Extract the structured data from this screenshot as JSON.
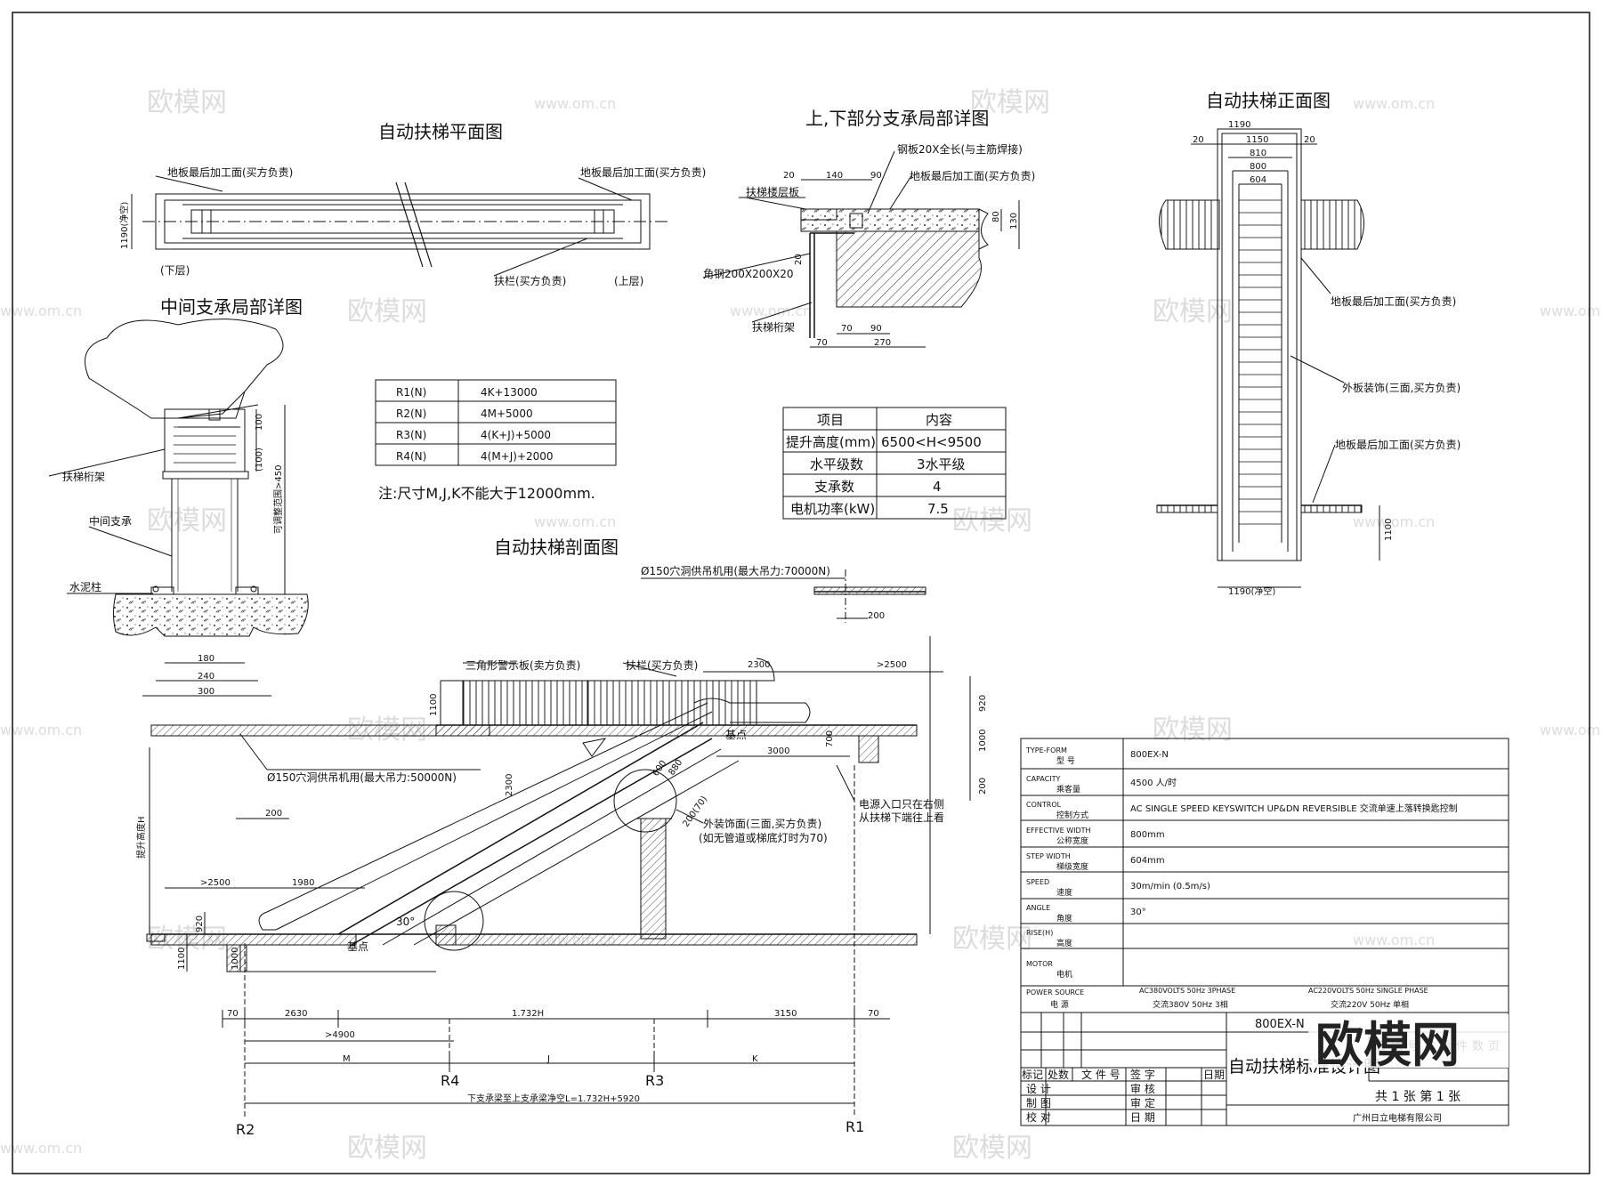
{
  "titles": {
    "plan": "自动扶梯平面图",
    "support_detail": "上,下部分支承局部详图",
    "front": "自动扶梯正面图",
    "middle_support": "中间支承局部详图",
    "section": "自动扶梯剖面图"
  },
  "plan": {
    "floor_left": "地板最后加工面(买方负责)",
    "floor_right": "地板最后加工面(买方负责)",
    "width": "1190(净空)",
    "lower": "(下层)",
    "upper": "(上层)",
    "handrail": "扶栏(买方负责)"
  },
  "support": {
    "steel_plate": "钢板20X全长(与主筋焊接)",
    "floor_surface": "地板最后加工面(买方负责)",
    "floor_slab": "扶梯楼层板",
    "angle_steel": "角钢200X200X20",
    "truss": "扶梯桁架",
    "d20a": "20",
    "d140": "140",
    "d90a": "90",
    "d80": "80",
    "d130": "130",
    "d20b": "20",
    "d70a": "70",
    "d90b": "90",
    "d70b": "70",
    "d270": "270"
  },
  "front": {
    "d1190": "1190",
    "d20a": "20",
    "d1150": "1150",
    "d20b": "20",
    "d810": "810",
    "d800": "800",
    "d604": "604",
    "floor1": "地板最后加工面(买方负责)",
    "cladding": "外板装饰(三面,买方负责)",
    "floor2": "地板最后加工面(买方负责)",
    "d1100": "1100",
    "bottom_width": "1190(净空)"
  },
  "middle": {
    "truss": "扶梯桁架",
    "support": "中间支承",
    "column": "水泥柱",
    "d100": "100",
    "d_100": "(100)",
    "adjust": "可调整范围>450",
    "d180": "180",
    "d240": "240",
    "d300": "300"
  },
  "reactions": [
    {
      "name": "R1(N)",
      "formula": "4K+13000"
    },
    {
      "name": "R2(N)",
      "formula": "4M+5000"
    },
    {
      "name": "R3(N)",
      "formula": "4(K+J)+5000"
    },
    {
      "name": "R4(N)",
      "formula": "4(M+J)+2000"
    }
  ],
  "note": "注:尺寸M,J,K不能大于12000mm.",
  "params": {
    "header": [
      "项目",
      "内容"
    ],
    "rows": [
      [
        "提升高度(mm)",
        "6500<H<9500"
      ],
      [
        "水平级数",
        "3水平级"
      ],
      [
        "支承数",
        "4"
      ],
      [
        "电机功率(kW)",
        "7.5"
      ]
    ]
  },
  "section": {
    "hole_top": "Ø150穴洞供吊机用(最大吊力:70000N)",
    "d200top": "200",
    "warning": "三角形警示板(卖方负责)",
    "handrail": "扶栏(买方负责)",
    "d2300": "2300",
    "d2500r": ">2500",
    "d1100": "1100",
    "d920": "920",
    "d1000r": "1000",
    "d200r": "200",
    "base_top": "基点",
    "d3000": "3000",
    "d700": "700",
    "d600": "600",
    "d880": "880",
    "power": "电源入口只在右侧",
    "power2": "从扶梯下端往上看",
    "cladding": "外装饰面(三面,买方负责)",
    "cladding2": "(如无管道或梯底灯时为70)",
    "d200_70": "200(70)",
    "hole_low": "Ø150穴洞供吊机用(最大吊力:50000N)",
    "d2300v": "2300",
    "d200l": "200",
    "rise": "提升高度H",
    "d2500l": ">2500",
    "d1980": "1980",
    "angle": "30°",
    "base_low": "基点",
    "d920l": "920",
    "d1100l": "1100",
    "d1000l": "1000",
    "d70a": "70",
    "d2630": "2630",
    "d1732": "1.732H",
    "d3150": "3150",
    "d70b": "70",
    "d4900": ">4900",
    "m": "M",
    "j": "J",
    "k": "K",
    "r4": "R4",
    "r3": "R3",
    "clear": "下支承梁至上支承梁净空L=1.732H+5920",
    "r2": "R2",
    "r1": "R1"
  },
  "spec": [
    {
      "en": "TYPE-FORM",
      "cn": "型  号",
      "value": "800EX-N"
    },
    {
      "en": "CAPACITY",
      "cn": "乘客量",
      "value": "4500  人/时"
    },
    {
      "en": "CONTROL",
      "cn": "控制方式",
      "value": "AC SINGLE SPEED KEYSWITCH UP&DN REVERSIBLE     交流单速上落转换匙控制"
    },
    {
      "en": "EFFECTIVE WIDTH",
      "cn": "公称宽度",
      "value": "800mm"
    },
    {
      "en": "STEP WIDTH",
      "cn": "梯级宽度",
      "value": "604mm"
    },
    {
      "en": "SPEED",
      "cn": "速度",
      "value": "30m/min    (0.5m/s)"
    },
    {
      "en": "ANGLE",
      "cn": "角度",
      "value": "30°"
    },
    {
      "en": "RISE(H)",
      "cn": "高度",
      "value": ""
    },
    {
      "en": "MOTOR",
      "cn": "电机",
      "value": ""
    }
  ],
  "power_source": {
    "en": "POWER SOURCE",
    "cn": "电  源",
    "p1_en": "AC380VOLTS 50Hz 3PHASE",
    "p1_cn": "交流380V 50Hz 3相",
    "p2_en": "AC220VOLTS 50Hz SINGLE PHASE",
    "p2_cn": "交流220V 50Hz 单相"
  },
  "titleblock": {
    "model": "800EX-N",
    "name": "自动扶梯标准设计图",
    "cells_top": [
      "合",
      "同",
      "号",
      "数",
      "量",
      "件",
      "数",
      "页"
    ],
    "sheets": "共 1 张    第 1 张",
    "company": "广州日立电梯有限公司",
    "cols": [
      "标记",
      "处数",
      "文 件 号",
      "签  字",
      "日期"
    ],
    "r1": [
      "设  计",
      "审  核"
    ],
    "r2": [
      "制  图",
      "审  定"
    ],
    "r3": [
      "校  对",
      "日  期"
    ]
  },
  "watermark": {
    "cn": "欧模网",
    "url": "www.om.cn",
    "logo": "欧模网"
  }
}
